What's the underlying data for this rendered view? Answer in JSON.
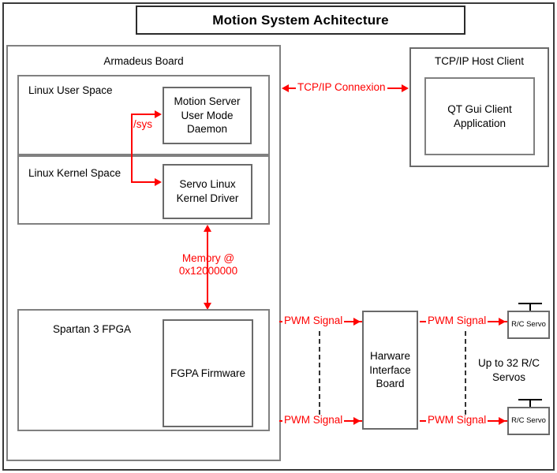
{
  "diagram": {
    "title": "Motion System Achitecture",
    "armadeus": {
      "title": "Armadeus Board",
      "user_space_label": "Linux User Space",
      "kernel_space_label": "Linux Kernel Space",
      "motion_server": "Motion Server User Mode Daemon",
      "kernel_driver": "Servo Linux Kernel Driver",
      "spartan_label": "Spartan 3 FPGA",
      "fpga_firmware": "FGPA Firmware",
      "sys_label": "/sys"
    },
    "host": {
      "title": "TCP/IP Host Client",
      "app": "QT Gui Client Application"
    },
    "connections": {
      "tcpip": "TCP/IP Connexion",
      "memory": "Memory @ 0x12000000",
      "pwm_top_left": "PWM Signal",
      "pwm_bottom_left": "PWM Signal",
      "pwm_top_right": "PWM Signal",
      "pwm_bottom_right": "PWM Signal"
    },
    "hardware": {
      "interface_board": "Harware Interface Board",
      "servo_label": "R/C Servo",
      "servo_count_note": "Up to 32 R/C Servos"
    },
    "colors": {
      "annotation": "#ff0000",
      "box_border": "#808080",
      "frame_border": "#3a3a3a",
      "text": "#000000"
    }
  }
}
